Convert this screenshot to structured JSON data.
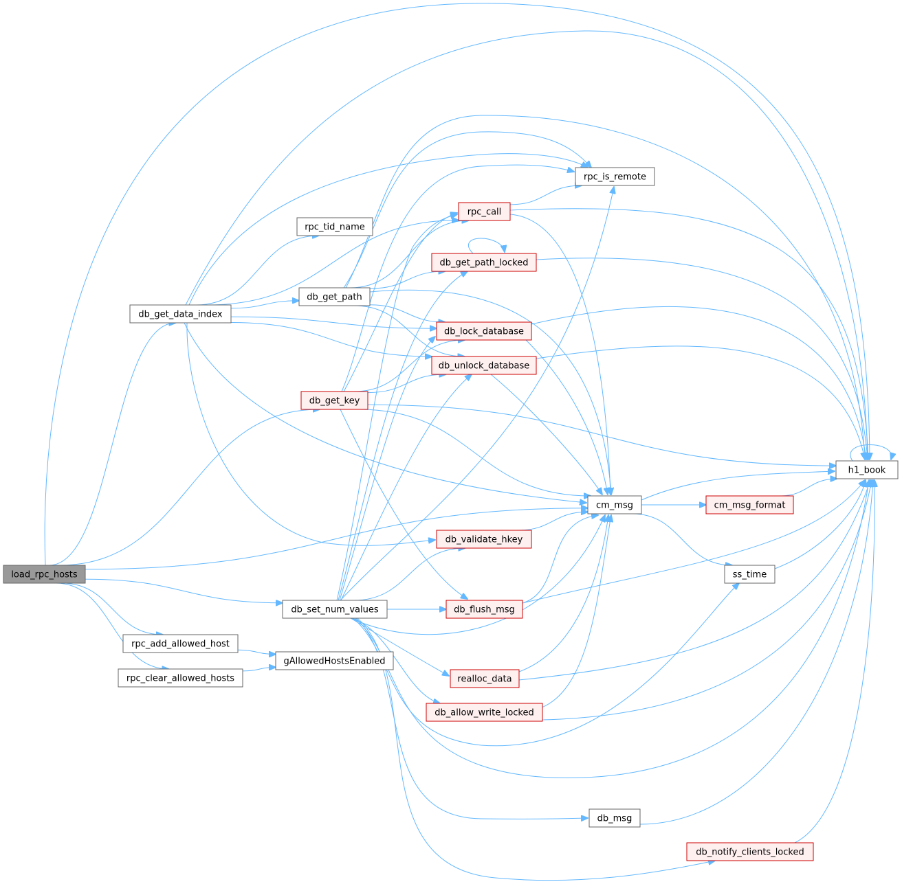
{
  "diagram": {
    "nodes": [
      {
        "id": "load_rpc_hosts",
        "label": "load_rpc_hosts",
        "style": "root"
      },
      {
        "id": "db_get_data_index",
        "label": "db_get_data_index",
        "style": "plain"
      },
      {
        "id": "db_get_key",
        "label": "db_get_key",
        "style": "red"
      },
      {
        "id": "db_set_num_values",
        "label": "db_set_num_values",
        "style": "plain"
      },
      {
        "id": "rpc_add_allowed_host",
        "label": "rpc_add_allowed_host",
        "style": "plain"
      },
      {
        "id": "rpc_clear_allowed_hosts",
        "label": "rpc_clear_allowed_hosts",
        "style": "plain"
      },
      {
        "id": "gAllowedHostsEnabled",
        "label": "gAllowedHostsEnabled",
        "style": "plain"
      },
      {
        "id": "rpc_tid_name",
        "label": "rpc_tid_name",
        "style": "plain"
      },
      {
        "id": "db_get_path",
        "label": "db_get_path",
        "style": "plain"
      },
      {
        "id": "rpc_call",
        "label": "rpc_call",
        "style": "red"
      },
      {
        "id": "db_get_path_locked",
        "label": "db_get_path_locked",
        "style": "red"
      },
      {
        "id": "db_lock_database",
        "label": "db_lock_database",
        "style": "red"
      },
      {
        "id": "db_unlock_database",
        "label": "db_unlock_database",
        "style": "red"
      },
      {
        "id": "db_validate_hkey",
        "label": "db_validate_hkey",
        "style": "red"
      },
      {
        "id": "db_flush_msg",
        "label": "db_flush_msg",
        "style": "red"
      },
      {
        "id": "realloc_data",
        "label": "realloc_data",
        "style": "red"
      },
      {
        "id": "db_allow_write_locked",
        "label": "db_allow_write_locked",
        "style": "red"
      },
      {
        "id": "rpc_is_remote",
        "label": "rpc_is_remote",
        "style": "plain"
      },
      {
        "id": "cm_msg",
        "label": "cm_msg",
        "style": "plain"
      },
      {
        "id": "cm_msg_format",
        "label": "cm_msg_format",
        "style": "red"
      },
      {
        "id": "ss_time",
        "label": "ss_time",
        "style": "plain"
      },
      {
        "id": "db_msg",
        "label": "db_msg",
        "style": "plain"
      },
      {
        "id": "db_notify_clients_locked",
        "label": "db_notify_clients_locked",
        "style": "red"
      },
      {
        "id": "h1_book",
        "label": "h1_book",
        "style": "plain"
      }
    ],
    "edges": [
      [
        "load_rpc_hosts",
        "h1_book"
      ],
      [
        "load_rpc_hosts",
        "db_get_data_index"
      ],
      [
        "load_rpc_hosts",
        "db_get_key"
      ],
      [
        "load_rpc_hosts",
        "cm_msg"
      ],
      [
        "load_rpc_hosts",
        "db_set_num_values"
      ],
      [
        "load_rpc_hosts",
        "rpc_add_allowed_host"
      ],
      [
        "load_rpc_hosts",
        "rpc_clear_allowed_hosts"
      ],
      [
        "rpc_add_allowed_host",
        "gAllowedHostsEnabled"
      ],
      [
        "rpc_clear_allowed_hosts",
        "gAllowedHostsEnabled"
      ],
      [
        "db_get_data_index",
        "h1_book"
      ],
      [
        "db_get_data_index",
        "rpc_is_remote"
      ],
      [
        "db_get_data_index",
        "rpc_tid_name"
      ],
      [
        "db_get_data_index",
        "rpc_call"
      ],
      [
        "db_get_data_index",
        "db_get_path"
      ],
      [
        "db_get_data_index",
        "db_lock_database"
      ],
      [
        "db_get_data_index",
        "db_unlock_database"
      ],
      [
        "db_get_data_index",
        "cm_msg"
      ],
      [
        "db_get_data_index",
        "db_validate_hkey"
      ],
      [
        "db_get_path",
        "h1_book"
      ],
      [
        "db_get_path",
        "rpc_is_remote"
      ],
      [
        "db_get_path",
        "rpc_call"
      ],
      [
        "db_get_path",
        "db_get_path_locked"
      ],
      [
        "db_get_path",
        "db_lock_database"
      ],
      [
        "db_get_path",
        "db_unlock_database"
      ],
      [
        "db_get_path",
        "cm_msg"
      ],
      [
        "db_get_key",
        "rpc_is_remote"
      ],
      [
        "db_get_key",
        "rpc_call"
      ],
      [
        "db_get_key",
        "db_lock_database"
      ],
      [
        "db_get_key",
        "db_unlock_database"
      ],
      [
        "db_get_key",
        "h1_book"
      ],
      [
        "db_get_key",
        "cm_msg"
      ],
      [
        "db_get_key",
        "db_flush_msg"
      ],
      [
        "db_set_num_values",
        "rpc_is_remote"
      ],
      [
        "db_set_num_values",
        "rpc_call"
      ],
      [
        "db_set_num_values",
        "db_get_path_locked"
      ],
      [
        "db_set_num_values",
        "db_lock_database"
      ],
      [
        "db_set_num_values",
        "db_unlock_database"
      ],
      [
        "db_set_num_values",
        "db_validate_hkey"
      ],
      [
        "db_set_num_values",
        "db_flush_msg"
      ],
      [
        "db_set_num_values",
        "cm_msg"
      ],
      [
        "db_set_num_values",
        "realloc_data"
      ],
      [
        "db_set_num_values",
        "db_allow_write_locked"
      ],
      [
        "db_set_num_values",
        "ss_time"
      ],
      [
        "db_set_num_values",
        "h1_book"
      ],
      [
        "db_set_num_values",
        "db_msg"
      ],
      [
        "db_set_num_values",
        "db_notify_clients_locked"
      ],
      [
        "rpc_call",
        "rpc_is_remote"
      ],
      [
        "rpc_call",
        "h1_book"
      ],
      [
        "rpc_call",
        "cm_msg"
      ],
      [
        "db_get_path_locked",
        "db_get_path_locked"
      ],
      [
        "db_get_path_locked",
        "h1_book"
      ],
      [
        "db_lock_database",
        "h1_book"
      ],
      [
        "db_lock_database",
        "cm_msg"
      ],
      [
        "db_unlock_database",
        "h1_book"
      ],
      [
        "db_unlock_database",
        "cm_msg"
      ],
      [
        "db_validate_hkey",
        "cm_msg"
      ],
      [
        "db_flush_msg",
        "cm_msg"
      ],
      [
        "db_flush_msg",
        "h1_book"
      ],
      [
        "realloc_data",
        "cm_msg"
      ],
      [
        "realloc_data",
        "h1_book"
      ],
      [
        "db_allow_write_locked",
        "cm_msg"
      ],
      [
        "db_allow_write_locked",
        "h1_book"
      ],
      [
        "cm_msg",
        "h1_book"
      ],
      [
        "cm_msg",
        "cm_msg_format"
      ],
      [
        "cm_msg",
        "ss_time"
      ],
      [
        "cm_msg_format",
        "h1_book"
      ],
      [
        "ss_time",
        "h1_book"
      ],
      [
        "db_msg",
        "h1_book"
      ],
      [
        "db_notify_clients_locked",
        "h1_book"
      ],
      [
        "h1_book",
        "h1_book"
      ]
    ]
  }
}
